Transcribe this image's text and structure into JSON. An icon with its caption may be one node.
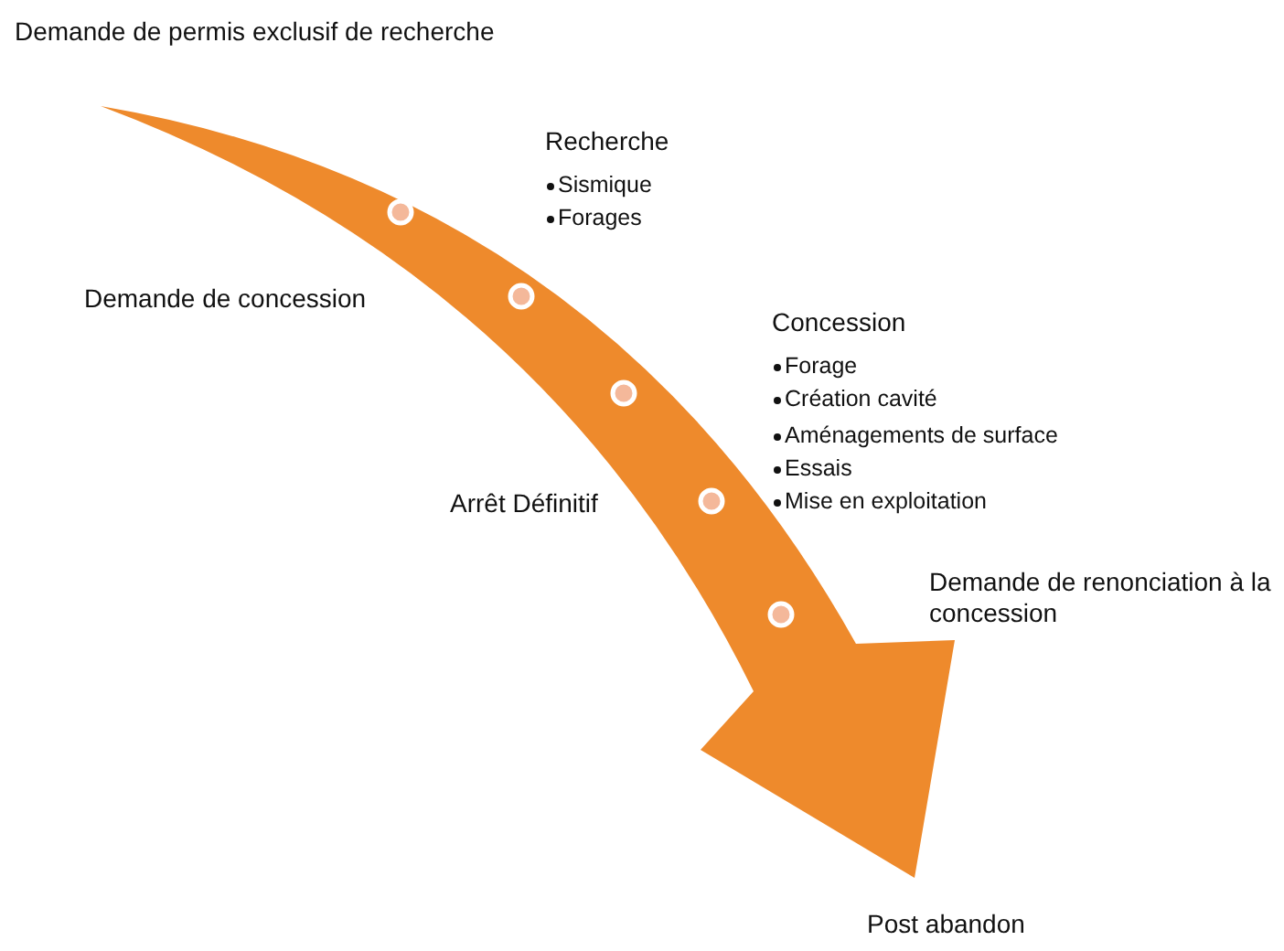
{
  "diagram": {
    "labels": [
      "Demande de permis exclusif de recherche",
      "Recherche",
      "Sismique",
      "Forages",
      "Demande de concession",
      "Concession",
      "Forage",
      "Création cavité",
      "Aménagements de surface",
      "Essais",
      "Mise en exploitation",
      "Arrêt Définitif",
      "Demande de renonciation à la concession",
      "Post abandon"
    ]
  }
}
